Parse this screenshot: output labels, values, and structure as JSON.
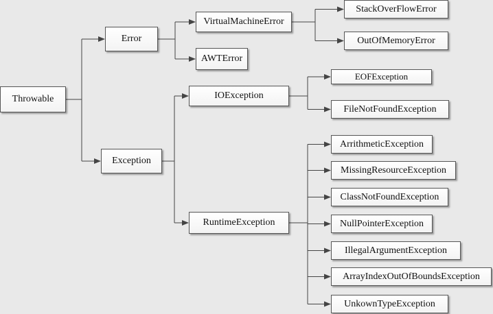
{
  "nodes": {
    "throwable": "Throwable",
    "error": "Error",
    "exception": "Exception",
    "virtual_machine_error": "VirtualMachineError",
    "awt_error": "AWTError",
    "stack_overflow_error": "StackOverFlowError",
    "out_of_memory_error": "OutOfMemoryError",
    "io_exception": "IOException",
    "runtime_exception": "RuntimeException",
    "eof_exception": "EOFException",
    "file_not_found_exception": "FileNotFoundException",
    "arithmetic_exception": "ArrithmeticException",
    "missing_resource_exception": "MissingResourceException",
    "class_not_found_exception": "ClassNotFoundException",
    "null_pointer_exception": "NullPointerException",
    "illegal_argument_exception": "IllegalArgumentException",
    "array_index_out_of_bounds_exception": "ArrayIndexOutOfBoundsException",
    "unknown_type_exception": "UnkownTypeException"
  },
  "edges": [
    [
      "throwable",
      "error"
    ],
    [
      "throwable",
      "exception"
    ],
    [
      "error",
      "virtual_machine_error"
    ],
    [
      "error",
      "awt_error"
    ],
    [
      "virtual_machine_error",
      "stack_overflow_error"
    ],
    [
      "virtual_machine_error",
      "out_of_memory_error"
    ],
    [
      "exception",
      "io_exception"
    ],
    [
      "exception",
      "runtime_exception"
    ],
    [
      "io_exception",
      "eof_exception"
    ],
    [
      "io_exception",
      "file_not_found_exception"
    ],
    [
      "runtime_exception",
      "arithmetic_exception"
    ],
    [
      "runtime_exception",
      "missing_resource_exception"
    ],
    [
      "runtime_exception",
      "class_not_found_exception"
    ],
    [
      "runtime_exception",
      "null_pointer_exception"
    ],
    [
      "runtime_exception",
      "illegal_argument_exception"
    ],
    [
      "runtime_exception",
      "array_index_out_of_bounds_exception"
    ],
    [
      "runtime_exception",
      "unknown_type_exception"
    ]
  ]
}
